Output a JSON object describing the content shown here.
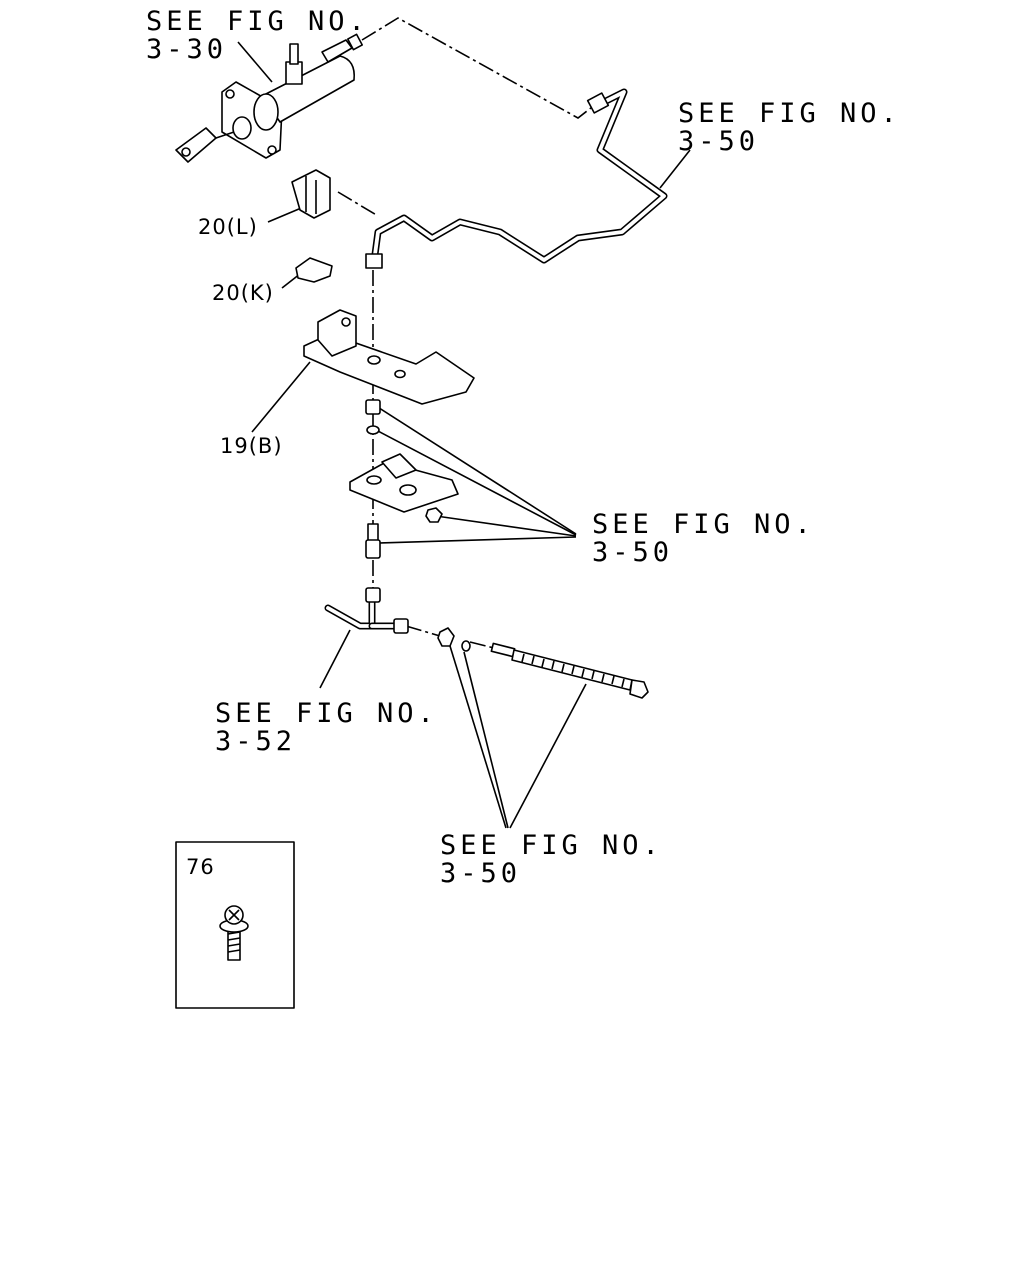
{
  "diagram": {
    "callouts": {
      "fig_3_30": {
        "line1": "SEE FIG NO.",
        "line2": "3-30"
      },
      "fig_3_50_top": {
        "line1": "SEE FIG NO.",
        "line2": "3-50"
      },
      "fig_3_50_mid": {
        "line1": "SEE FIG NO.",
        "line2": "3-50"
      },
      "fig_3_52": {
        "line1": "SEE FIG NO.",
        "line2": "3-52"
      },
      "fig_3_50_bottom": {
        "line1": "SEE FIG NO.",
        "line2": "3-50"
      }
    },
    "part_labels": {
      "part_20l": "20(L)",
      "part_20k": "20(K)",
      "part_19b": "19(B)"
    },
    "inset": {
      "number": "76"
    }
  }
}
